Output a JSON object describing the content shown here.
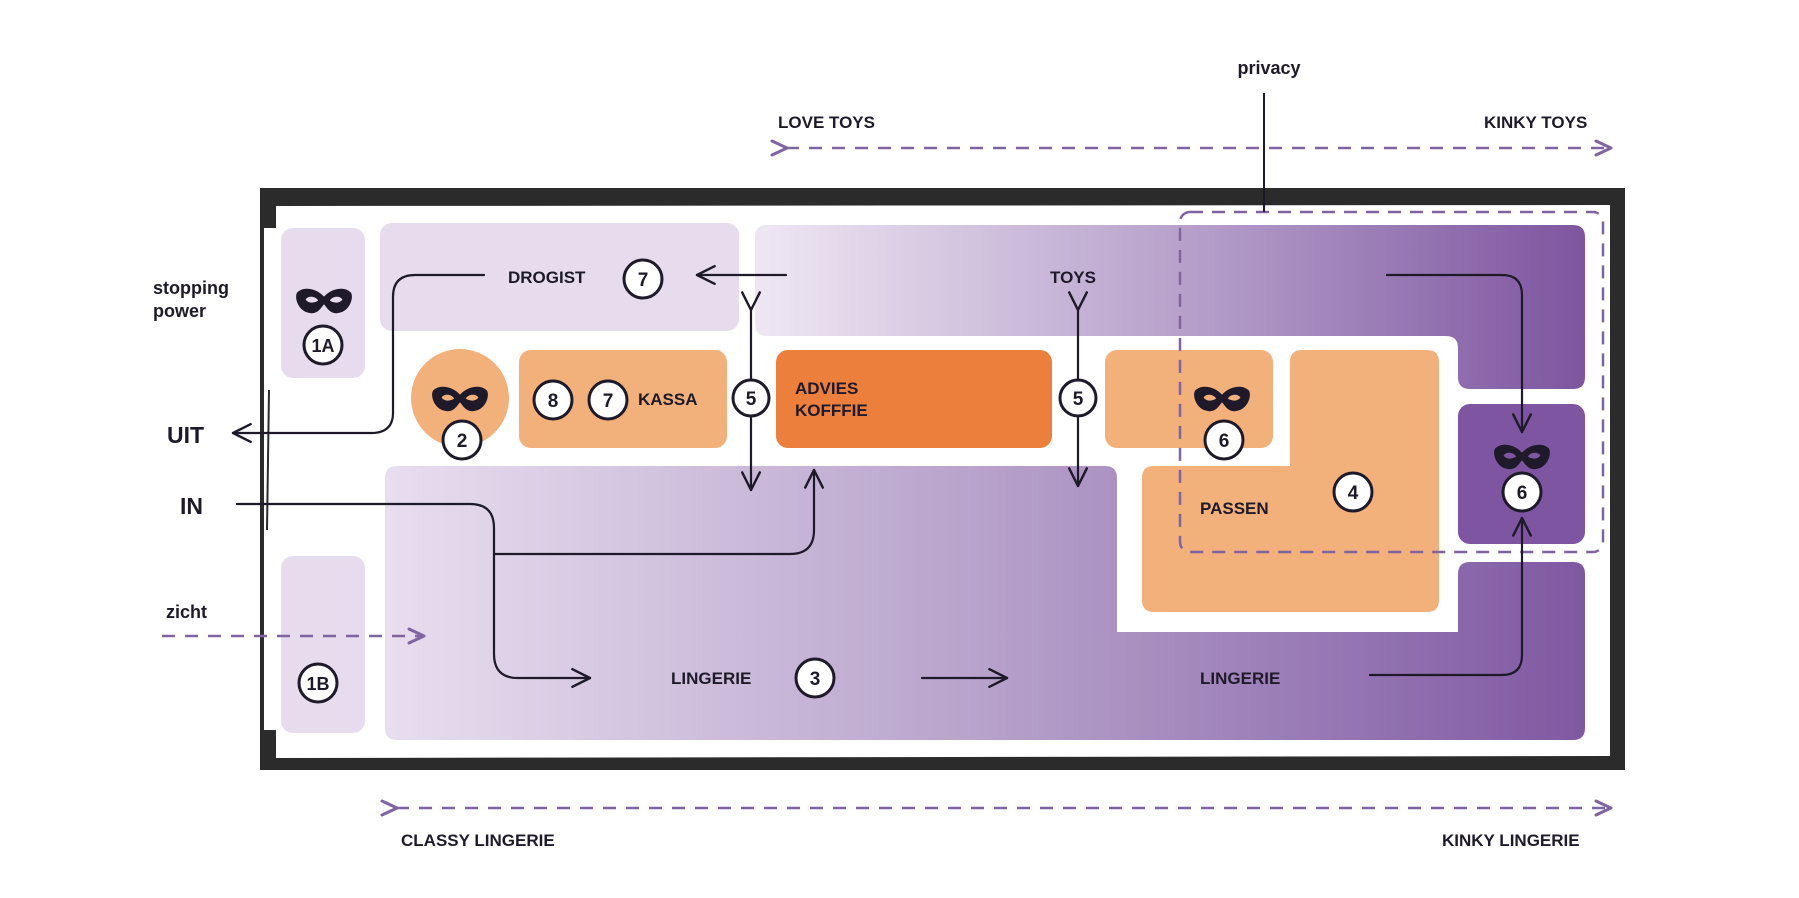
{
  "colors": {
    "light_purple": "#e6dced",
    "purple": "#7d55a0",
    "orange_light": "#f2b07b",
    "orange_dark": "#ec7f3c",
    "ink": "#1e1a2a",
    "wall": "#2b2b2b",
    "dash_purple": "#8064a2"
  },
  "labels": {
    "privacy": "privacy",
    "love_toys": "LOVE TOYS",
    "kinky_toys": "KINKY TOYS",
    "stopping_power_1": "stopping",
    "stopping_power_2": "power",
    "uit": "UIT",
    "in": "IN",
    "zicht": "zicht",
    "drogist": "DROGIST",
    "toys": "TOYS",
    "kassa": "KASSA",
    "advies_1": "ADVIES",
    "advies_2": "KOFFFIE",
    "passen": "PASSEN",
    "lingerie_left": "LINGERIE",
    "lingerie_right": "LINGERIE",
    "classy_lingerie": "CLASSY LINGERIE",
    "kinky_lingerie": "KINKY LINGERIE"
  },
  "badges": {
    "b1a": "1A",
    "b1b": "1B",
    "b2": "2",
    "b3": "3",
    "b4": "4",
    "b5_left": "5",
    "b5_right": "5",
    "b6_mid": "6",
    "b6_right": "6",
    "b7_drogist": "7",
    "b7_kassa": "7",
    "b8": "8"
  },
  "icons": [
    "mask-icon",
    "arrow-icon"
  ]
}
